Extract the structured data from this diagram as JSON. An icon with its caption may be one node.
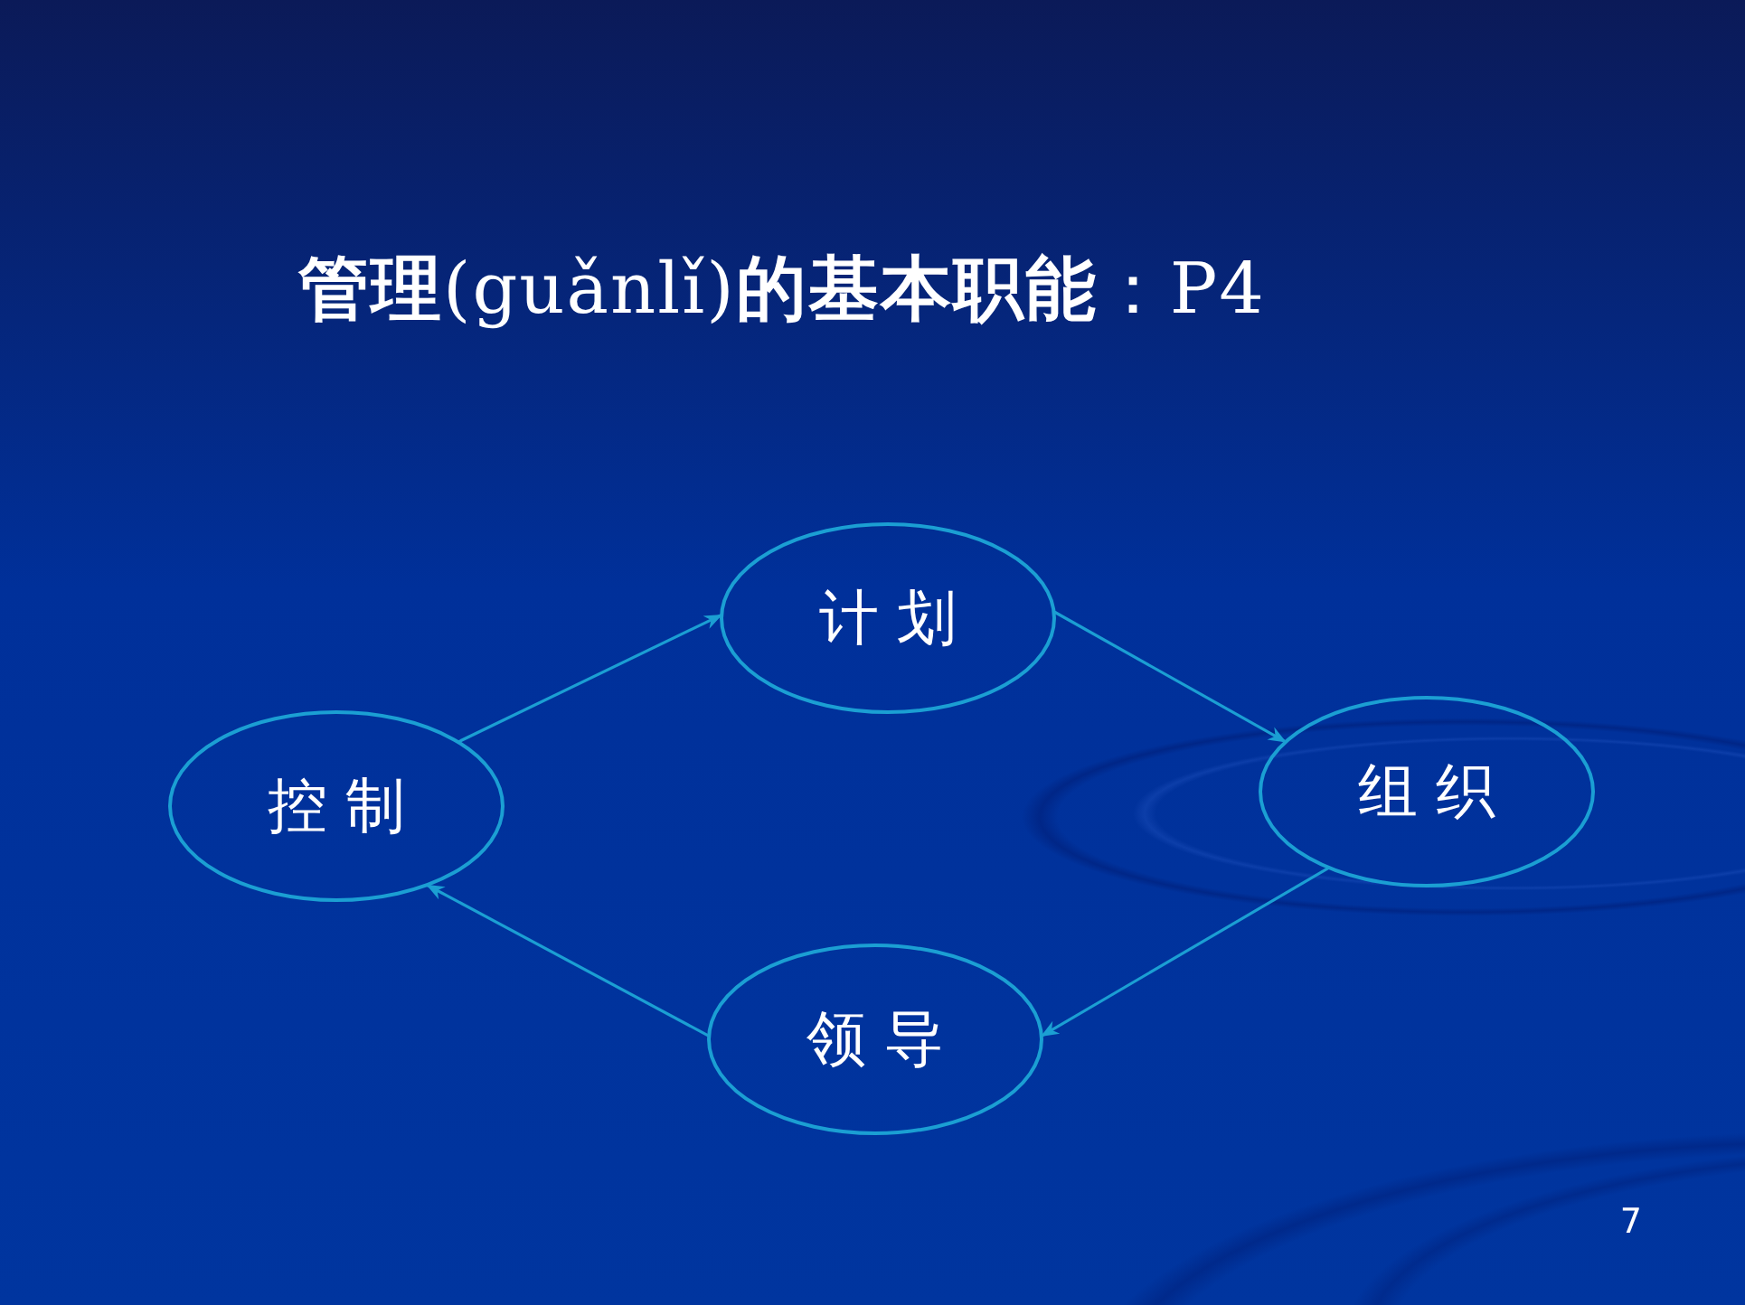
{
  "diagram": {
    "title": "**管理**(guǎnlǐ)**的基本职能**：P4",
    "nodes": [
      {
        "text": [
          "计 划"
        ]
      },
      {
        "text": [
          "控 制"
        ]
      },
      {
        "text": [
          "组 织"
        ]
      },
      {
        "text": [
          "领 导"
        ]
      }
    ],
    "edges": [
      {
        "from": 1,
        "to": 0,
        "arrow": "to"
      },
      {
        "from": 0,
        "to": 2,
        "arrow": "to"
      },
      {
        "from": 2,
        "to": 3,
        "arrow": "to"
      },
      {
        "from": 3,
        "to": 1,
        "arrow": "to"
      }
    ],
    "labels": [
      "7"
    ]
  }
}
